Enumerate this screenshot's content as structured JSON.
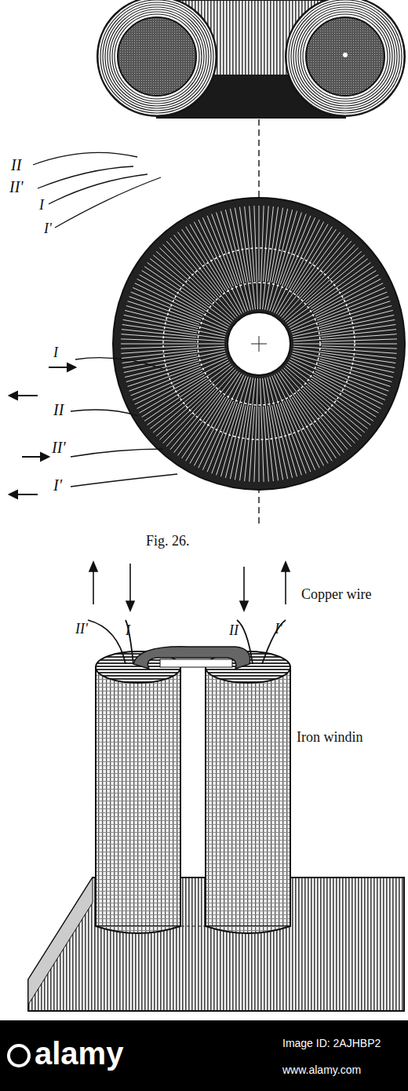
{
  "diagram": {
    "labels": [
      "II",
      "II'",
      "I",
      "I'",
      "I",
      "II",
      "II'",
      "I'",
      "Fig. 26.",
      "II'",
      "I",
      "II",
      "I'",
      "Copper wire",
      "Iron windin",
      "alamy",
      "Image ID: 2AJHBP2",
      "www.alamy.com"
    ]
  }
}
